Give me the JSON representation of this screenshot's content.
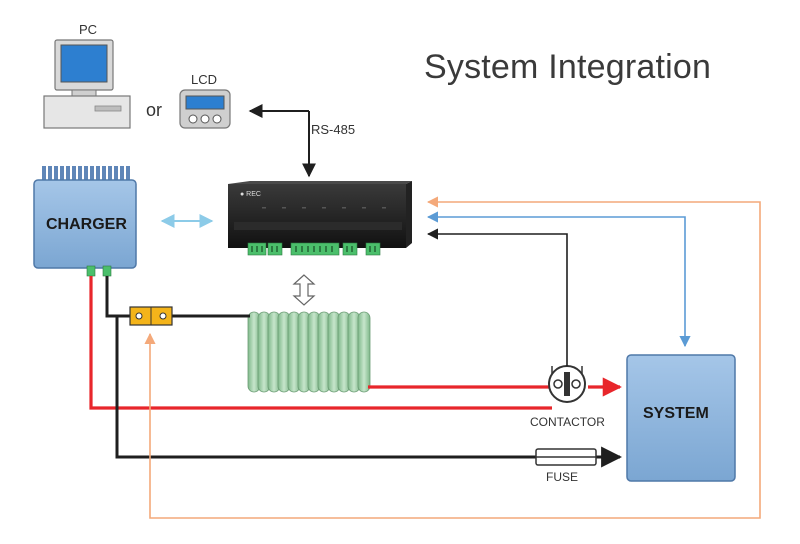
{
  "title": "System Integration",
  "labels": {
    "pc": "PC",
    "lcd": "LCD",
    "or": "or",
    "rs485": "RS-485",
    "charger": "CHARGER",
    "system": "SYSTEM",
    "contactor": "CONTACTOR",
    "fuse": "FUSE",
    "bms_brand": "REC"
  },
  "colors": {
    "red_wire": "#e8262b",
    "black_wire": "#1f1f1f",
    "blue_signal": "#5b9bd5",
    "orange_signal": "#f4a97a",
    "light_blue_arrow": "#8ccbe8",
    "box_fill": "#8cb4dc",
    "cell_fill": "#a9d5b0"
  },
  "icons": [
    "pc-icon",
    "lcd-icon",
    "bms-unit-icon",
    "charger-box",
    "battery-pack",
    "contactor-icon",
    "fuse-icon",
    "shunt-icon",
    "system-box"
  ]
}
